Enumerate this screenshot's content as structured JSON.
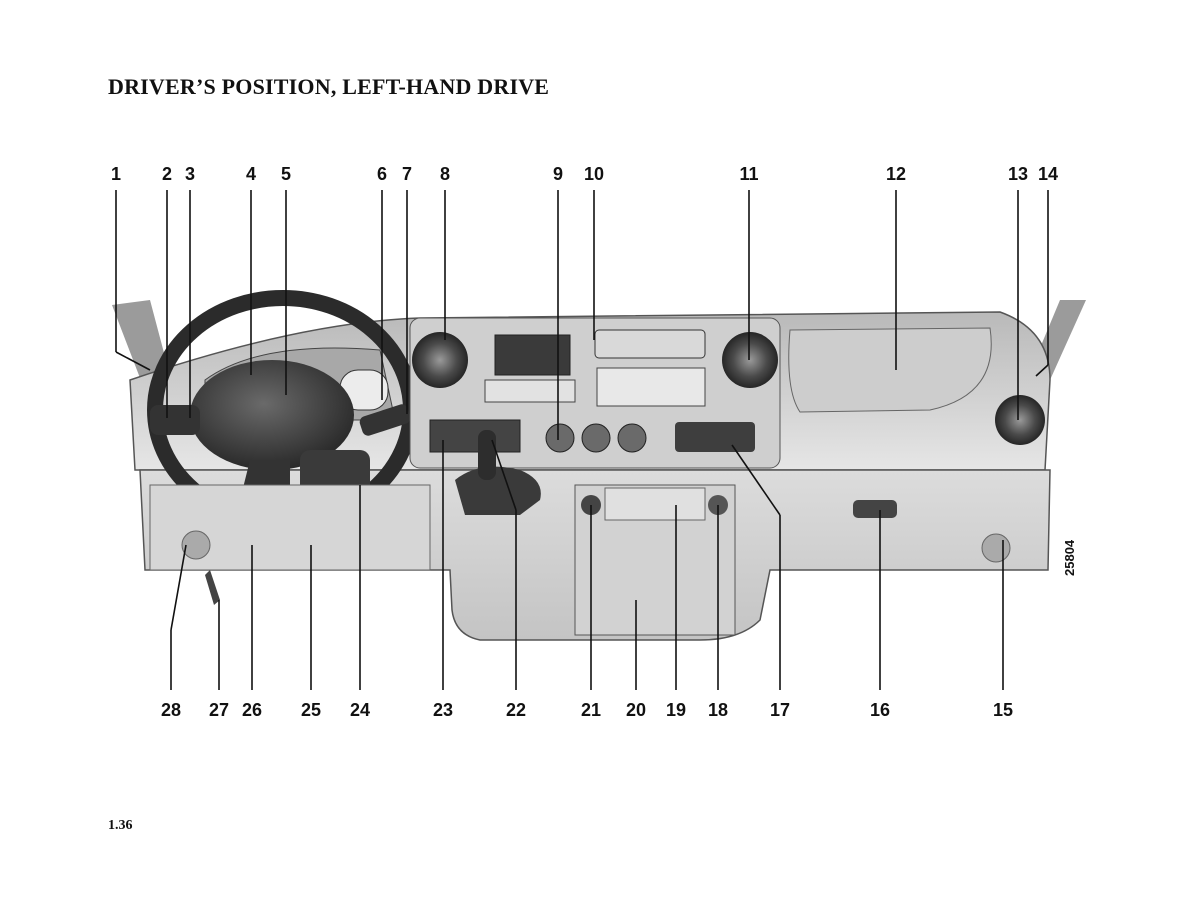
{
  "page": {
    "title": "DRIVER’S POSITION, LEFT-HAND DRIVE",
    "page_number": "1.36",
    "figure_ref": "25804"
  },
  "callouts_top": [
    "1",
    "2",
    "3",
    "4",
    "5",
    "6",
    "7",
    "8",
    "9",
    "10",
    "11",
    "12",
    "13",
    "14"
  ],
  "callouts_bottom": [
    "28",
    "27",
    "26",
    "25",
    "24",
    "23",
    "22",
    "21",
    "20",
    "19",
    "18",
    "17",
    "16",
    "15"
  ]
}
